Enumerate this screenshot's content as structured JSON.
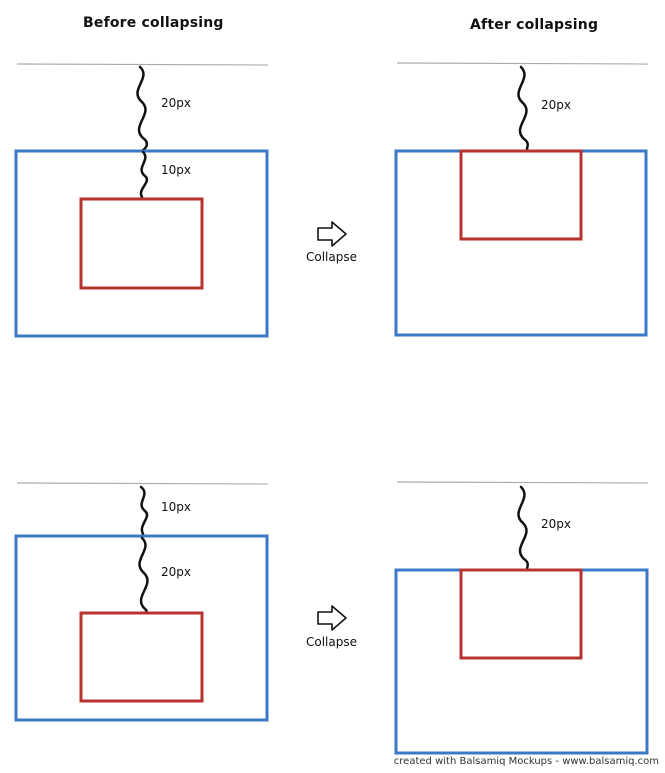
{
  "headings": {
    "before": "Before collapsing",
    "after": "After collapsing"
  },
  "scenario_top": {
    "before_outer_gap": "20px",
    "before_inner_gap": "10px",
    "action_label": "Collapse",
    "after_gap": "20px"
  },
  "scenario_bottom": {
    "before_outer_gap": "10px",
    "before_inner_gap": "20px",
    "action_label": "Collapse",
    "after_gap": "20px"
  },
  "colors": {
    "parent_box": "#3a78c8",
    "child_box": "#b8332f",
    "line": "#aaaaaa",
    "squiggle": "#111111"
  },
  "footer": "created with Balsamiq Mockups - www.balsamiq.com"
}
